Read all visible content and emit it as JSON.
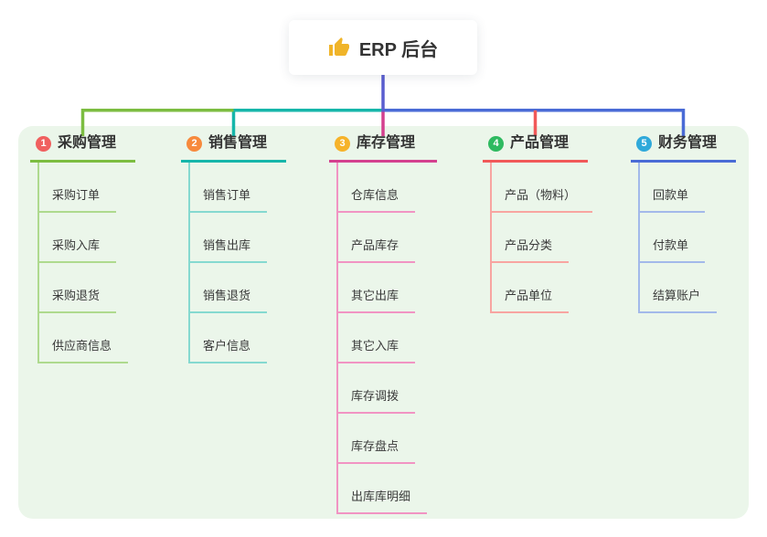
{
  "root": {
    "label": "ERP 后台",
    "icon": "thumbs-up-icon"
  },
  "branches": [
    {
      "index": "1",
      "title": "采购管理",
      "items": [
        "采购订单",
        "采购入库",
        "采购退货",
        "供应商信息"
      ]
    },
    {
      "index": "2",
      "title": "销售管理",
      "items": [
        "销售订单",
        "销售出库",
        "销售退货",
        "客户信息"
      ]
    },
    {
      "index": "3",
      "title": "库存管理",
      "items": [
        "仓库信息",
        "产品库存",
        "其它出库",
        "其它入库",
        "库存调拨",
        "库存盘点",
        "出库库明细"
      ]
    },
    {
      "index": "4",
      "title": "产品管理",
      "items": [
        "产品（物料）",
        "产品分类",
        "产品单位"
      ]
    },
    {
      "index": "5",
      "title": "财务管理",
      "items": [
        "回款单",
        "付款单",
        "结算账户"
      ]
    }
  ],
  "palette": {
    "board_bg": "#ebf6ea",
    "root_line": "#5a5ed0",
    "icon_color": "#f0b429",
    "branches": [
      {
        "badge": "#f0605f",
        "line": "#7cbd41",
        "child_line": "#aeda8e"
      },
      {
        "badge": "#f78a3d",
        "line": "#16b6aa",
        "child_line": "#85d9d0"
      },
      {
        "badge": "#f6b32a",
        "line": "#d4418f",
        "child_line": "#f194c3"
      },
      {
        "badge": "#2eba60",
        "line": "#f15959",
        "child_line": "#f8a5a1"
      },
      {
        "badge": "#2fa9da",
        "line": "#4a6bd6",
        "child_line": "#a3b9ea"
      }
    ]
  }
}
